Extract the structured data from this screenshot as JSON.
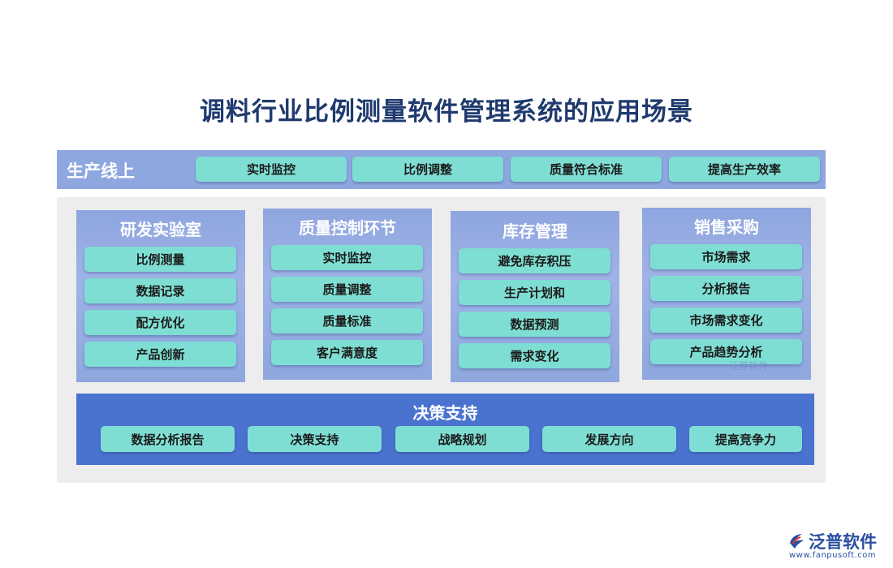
{
  "title": "调料行业比例测量软件管理系统的应用场景",
  "production_line": {
    "label": "生产线上",
    "items": [
      "实时监控",
      "比例调整",
      "质量符合标准",
      "提高生产效率"
    ]
  },
  "columns": [
    {
      "title": "研发实验室",
      "items": [
        "比例测量",
        "数据记录",
        "配方优化",
        "产品创新"
      ]
    },
    {
      "title": "质量控制环节",
      "items": [
        "实时监控",
        "质量调整",
        "质量标准",
        "客户满意度"
      ]
    },
    {
      "title": "库存管理",
      "items": [
        "避免库存积压",
        "生产计划和",
        "数据预测",
        "需求变化"
      ]
    },
    {
      "title": "销售采购",
      "items": [
        "市场需求",
        "分析报告",
        "市场需求变化",
        "产品趋势分析"
      ]
    }
  ],
  "decision": {
    "title": "决策支持",
    "items": [
      "数据分析报告",
      "决策支持",
      "战略规划",
      "发展方向",
      "提高竞争力"
    ]
  },
  "watermark": "泛普软件",
  "logo": {
    "name": "泛普软件",
    "url": "www.fanpusoft.com"
  },
  "colors": {
    "title": "#1f3a6e",
    "top_bar": "#8ea8df",
    "column_bg": "#8ea5df",
    "pill": "#7fded3",
    "decision_bg": "#4a73cf",
    "panel_bg": "#ededed"
  }
}
